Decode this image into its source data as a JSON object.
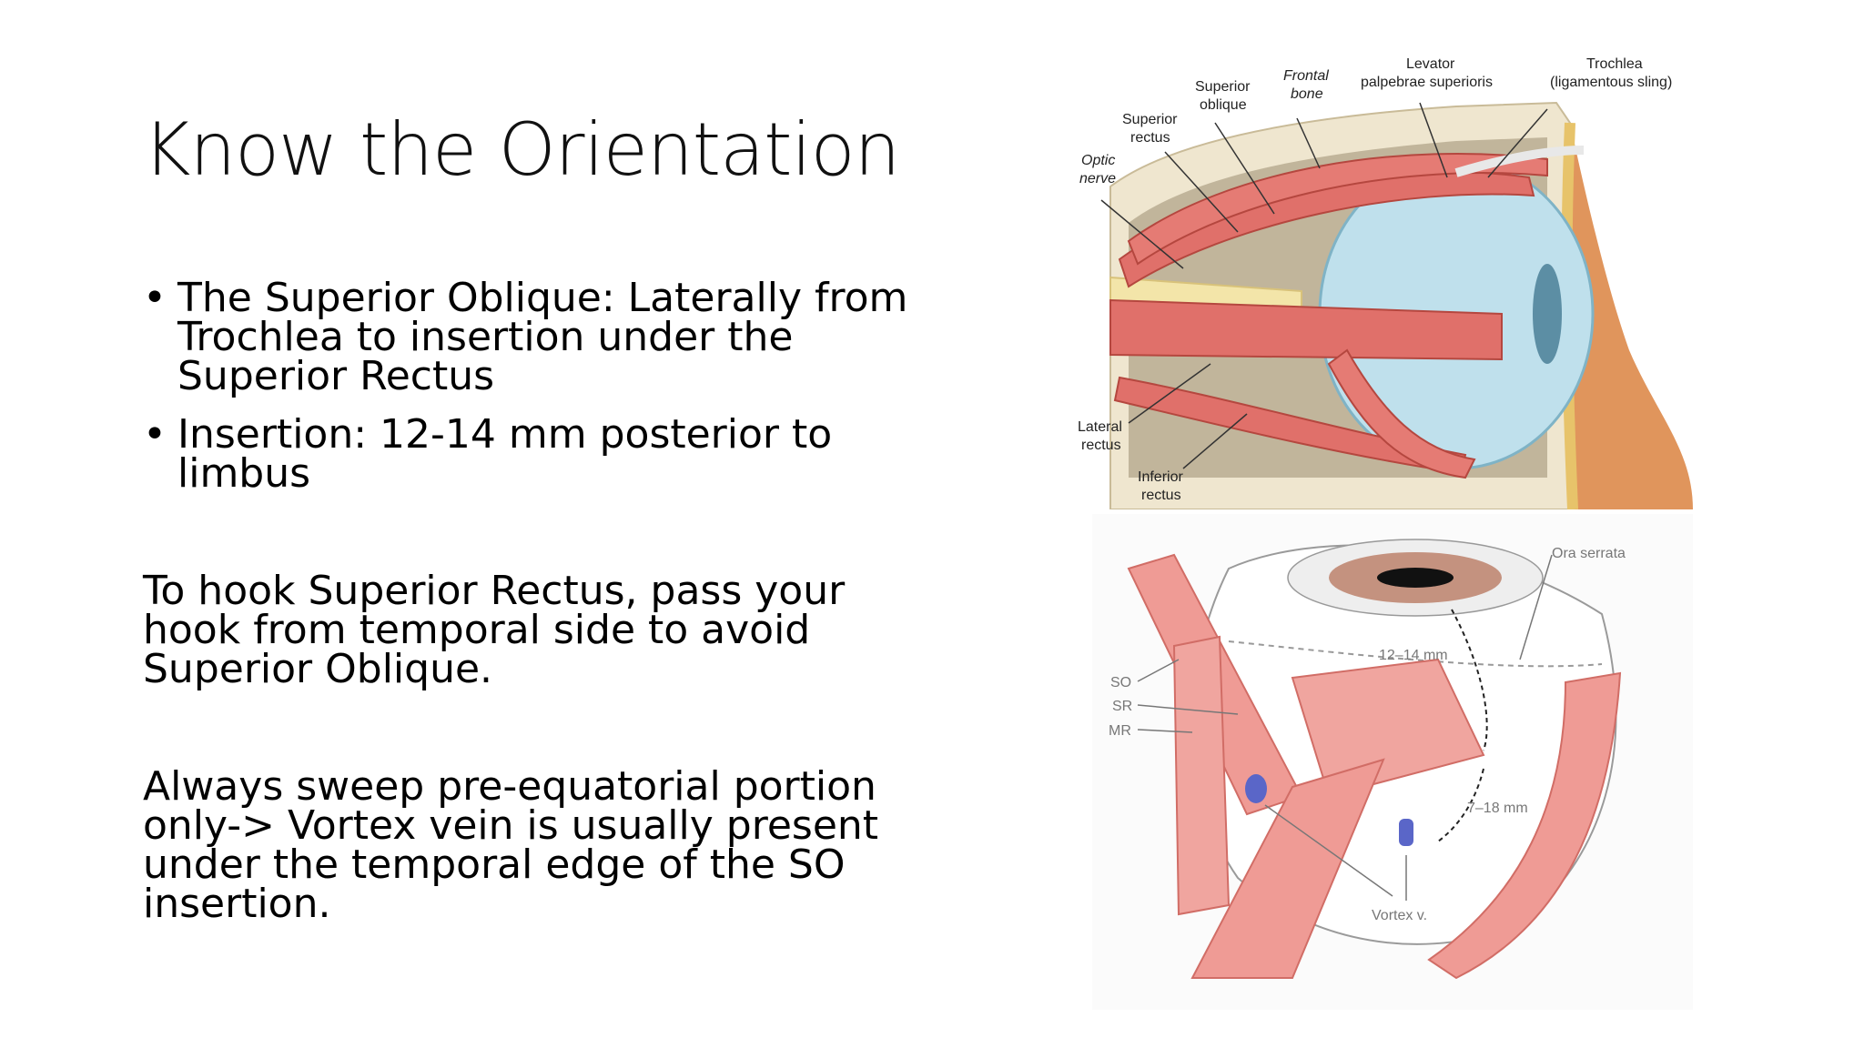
{
  "slide": {
    "title": "Know the Orientation",
    "bullets": [
      "The Superior Oblique: Laterally from Trochlea to insertion under the Superior Rectus",
      "Insertion: 12-14 mm posterior to limbus"
    ],
    "paragraphs": [
      "To hook Superior Rectus, pass your hook from temporal side to avoid Superior Oblique.",
      "Always sweep pre-equatorial portion only-> Vortex vein is usually present under the temporal edge of the SO insertion."
    ]
  },
  "figure_top": {
    "labels": {
      "optic_nerve": [
        "Optic",
        "nerve"
      ],
      "superior_rectus": [
        "Superior",
        "rectus"
      ],
      "superior_oblique": [
        "Superior",
        "oblique"
      ],
      "frontal_bone": [
        "Frontal",
        "bone"
      ],
      "levator": [
        "Levator",
        "palpebrae superioris"
      ],
      "trochlea": [
        "Trochlea",
        "(ligamentous sling)"
      ],
      "lateral_rectus": [
        "Lateral",
        "rectus"
      ],
      "inferior_rectus": [
        "Inferior",
        "rectus"
      ]
    }
  },
  "figure_bottom": {
    "labels": {
      "ora_serrata": "Ora serrata",
      "so": "SO",
      "sr": "SR",
      "mr": "MR",
      "dist_12_14": "12–14 mm",
      "dist_7_18": "7–18 mm",
      "vortex": "Vortex v."
    }
  },
  "colors": {
    "muscle": "#e0706a",
    "muscle_light": "#f2a8a0",
    "sclera": "#bfe0ec",
    "bone": "#efe6cf"
  }
}
